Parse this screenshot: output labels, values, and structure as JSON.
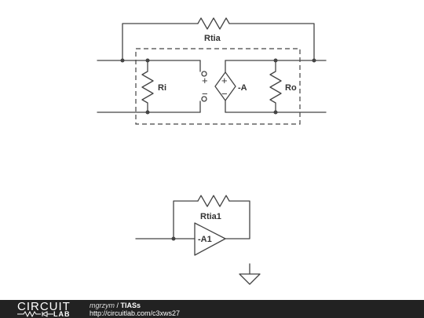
{
  "labels": {
    "rtia": "Rtia",
    "ri": "Ri",
    "gain": "-A",
    "ro": "Ro",
    "rtia1": "Rtia1",
    "a1": "-A1",
    "plus": "+",
    "minus": "−"
  },
  "footer": {
    "logo_top": "CIRCUIT",
    "logo_bottom": "LAB",
    "user": "mgrzym",
    "separator": " / ",
    "title": "TIASs",
    "url": "http://circuitlab.com/c3xws27"
  }
}
